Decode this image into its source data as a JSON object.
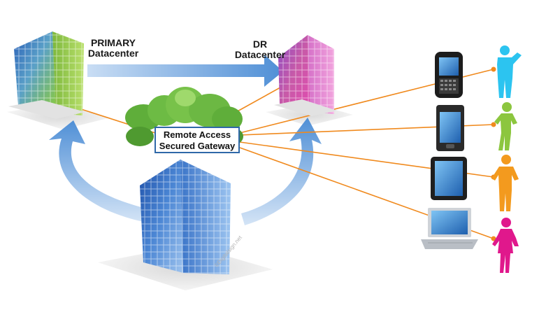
{
  "labels": {
    "primary_line1": "PRIMARY",
    "primary_line2": "Datacenter",
    "dr_line1": "DR",
    "dr_line2": "Datacenter",
    "gateway_line1": "Remote Access",
    "gateway_line2": "Secured Gateway",
    "watermark": "©Digitalsign.net"
  },
  "colors": {
    "connection_line": "#f08a1e",
    "flow_arrow": "#5b95d6",
    "gateway_border": "#2f68a8",
    "primary_building": "#6fae3d",
    "dr_building": "#c4519d",
    "main_building": "#2f6fc2",
    "user_1": "#2cc4f0",
    "user_2": "#8cc63f",
    "user_3": "#f39a1e",
    "user_4": "#e0188c"
  },
  "devices": [
    "smartphone-keyboard",
    "smartphone-touch",
    "tablet",
    "laptop"
  ],
  "users": [
    "user-1",
    "user-2",
    "user-3",
    "user-4"
  ]
}
